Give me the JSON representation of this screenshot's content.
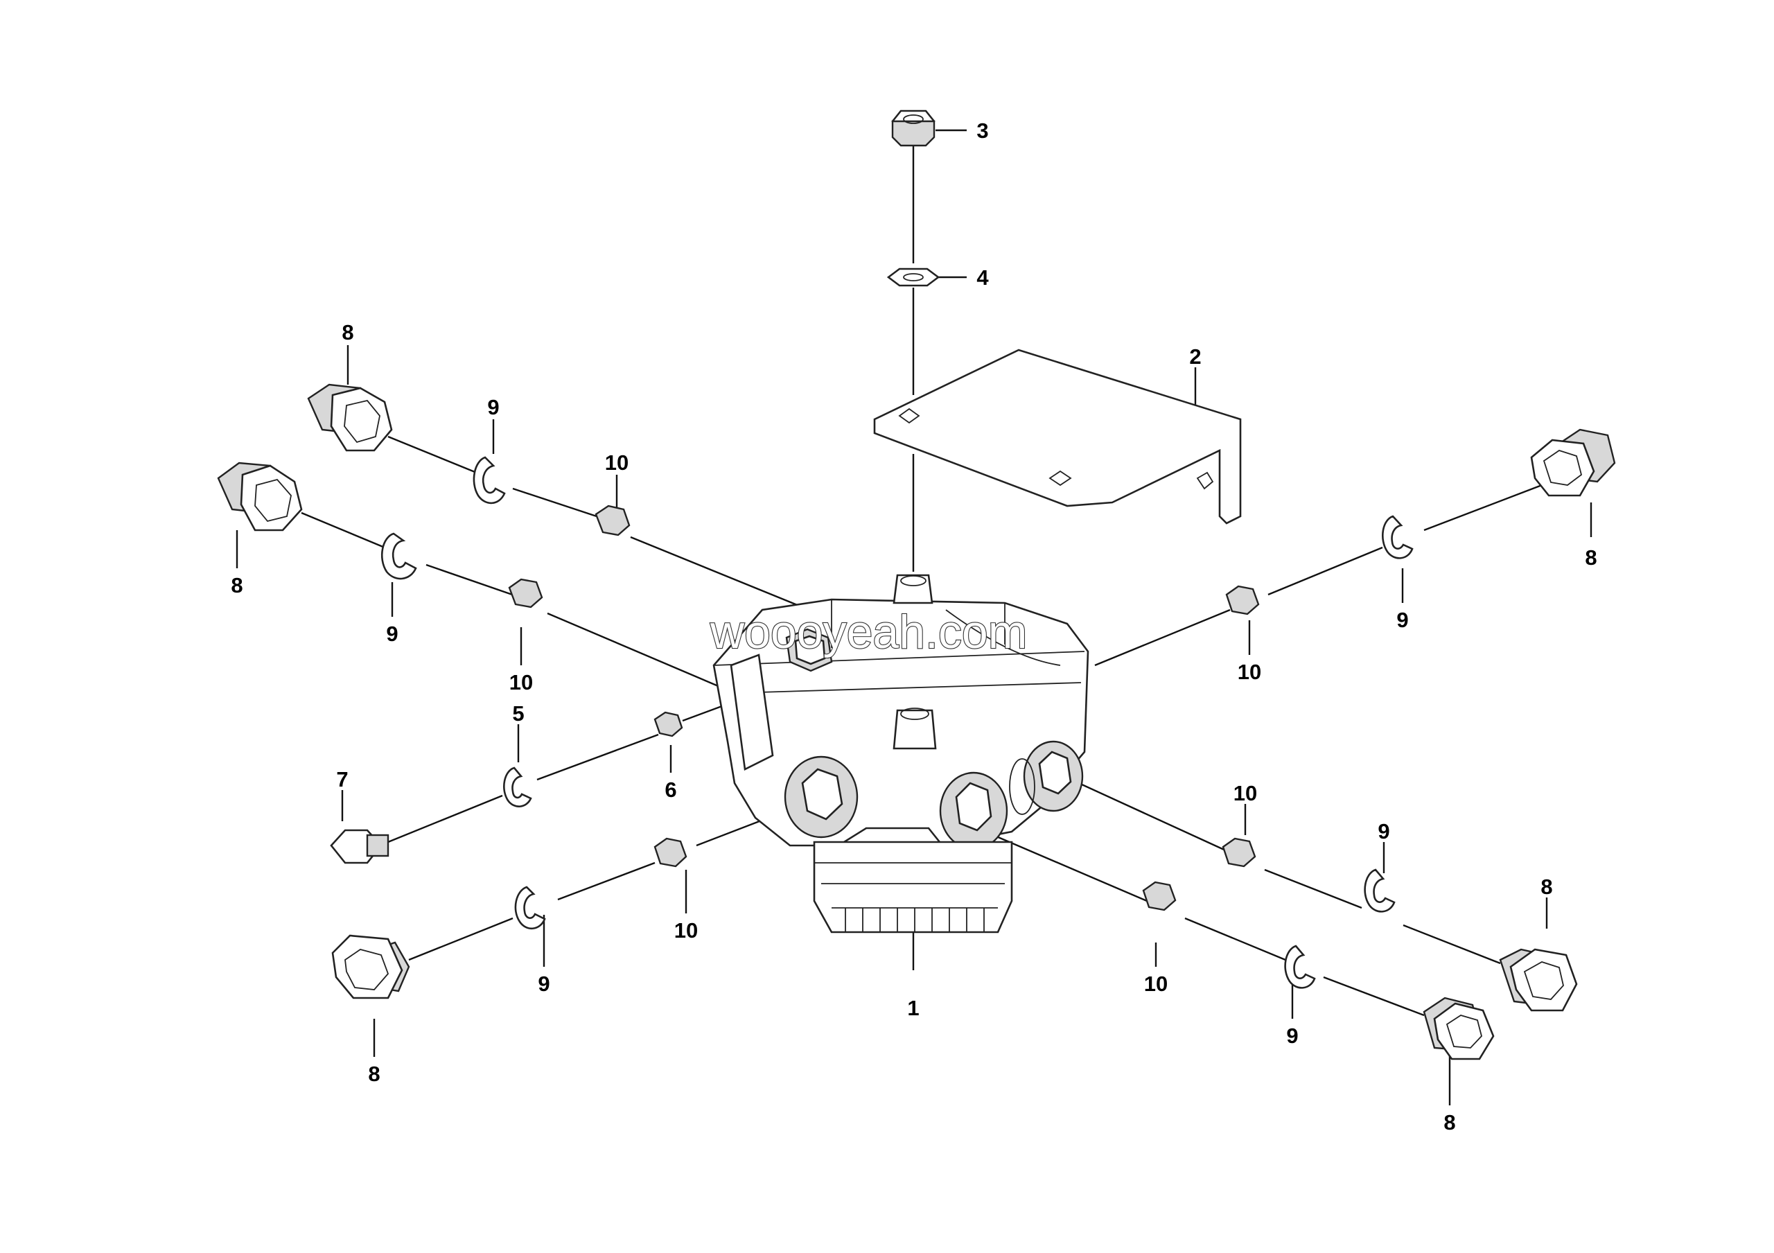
{
  "callouts": [
    {
      "id": "c1",
      "text": "1"
    },
    {
      "id": "c2",
      "text": "2"
    },
    {
      "id": "c3",
      "text": "3"
    },
    {
      "id": "c4",
      "text": "4"
    },
    {
      "id": "c5",
      "text": "5"
    },
    {
      "id": "c6",
      "text": "6"
    },
    {
      "id": "c7",
      "text": "7"
    },
    {
      "id": "c8a",
      "text": "8"
    },
    {
      "id": "c8b",
      "text": "8"
    },
    {
      "id": "c8c",
      "text": "8"
    },
    {
      "id": "c8d",
      "text": "8"
    },
    {
      "id": "c8e",
      "text": "8"
    },
    {
      "id": "c8f",
      "text": "8"
    },
    {
      "id": "c9a",
      "text": "9"
    },
    {
      "id": "c9b",
      "text": "9"
    },
    {
      "id": "c9c",
      "text": "9"
    },
    {
      "id": "c9d",
      "text": "9"
    },
    {
      "id": "c9e",
      "text": "9"
    },
    {
      "id": "c9f",
      "text": "9"
    },
    {
      "id": "c10a",
      "text": "10"
    },
    {
      "id": "c10b",
      "text": "10"
    },
    {
      "id": "c10c",
      "text": "10"
    },
    {
      "id": "c10d",
      "text": "10"
    },
    {
      "id": "c10e",
      "text": "10"
    },
    {
      "id": "c10f",
      "text": "10"
    }
  ],
  "watermark": "woooyeah.com"
}
